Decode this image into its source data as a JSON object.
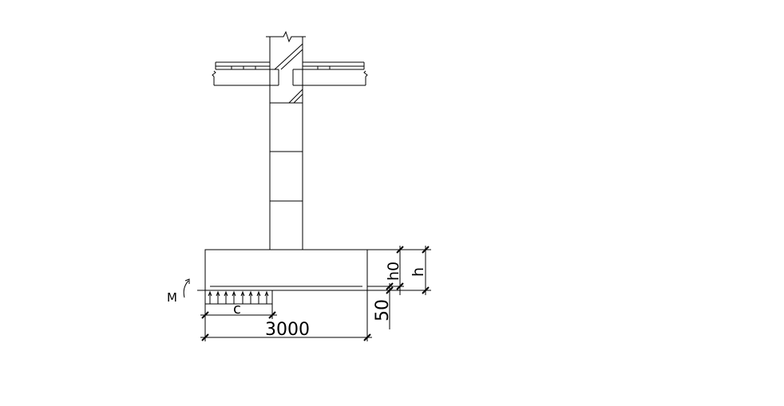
{
  "labels": {
    "moment": "M",
    "eccentric_width": "c",
    "width": "3000",
    "effective_depth": "h0",
    "depth": "h",
    "cover": "50"
  },
  "colors": {
    "line": "#000000",
    "background": "#ffffff"
  }
}
